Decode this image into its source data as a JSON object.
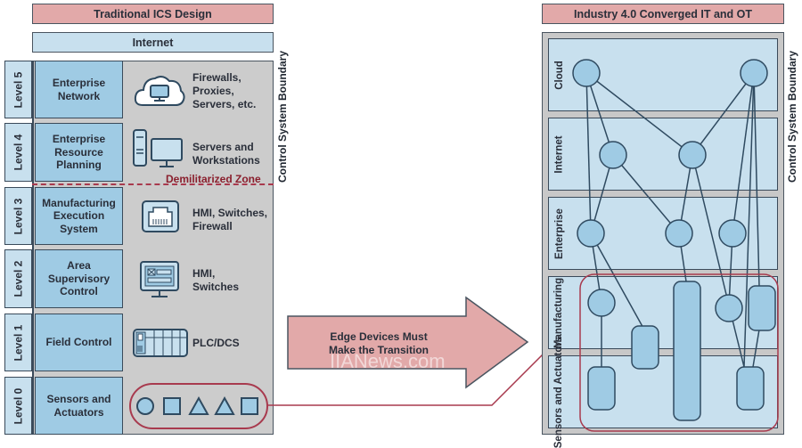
{
  "left": {
    "title": "Traditional ICS Design",
    "internet": "Internet",
    "boundary_label": "Control System Boundary",
    "dmz_label": "Demilitarized Zone",
    "levels": [
      {
        "tab": "Level 5",
        "name": "Enterprise\nNetwork",
        "desc": "Firewalls,\nProxies,\nServers, etc.",
        "icon": "cloud-computer-icon"
      },
      {
        "tab": "Level 4",
        "name": "Enterprise\nResource\nPlanning",
        "desc": "Servers and\nWorkstations",
        "icon": "server-workstation-icon"
      },
      {
        "tab": "Level 3",
        "name": "Manufacturing\nExecution\nSystem",
        "desc": "HMI, Switches,\nFirewall",
        "icon": "network-port-icon"
      },
      {
        "tab": "Level 2",
        "name": "Area\nSupervisory\nControl",
        "desc": "HMI,\nSwitches",
        "icon": "hmi-monitor-icon"
      },
      {
        "tab": "Level 1",
        "name": "Field Control",
        "desc": "PLC/DCS",
        "icon": "plc-rack-icon"
      },
      {
        "tab": "Level 0",
        "name": "Sensors and\nActuators",
        "desc": "",
        "icon": "sensor-shapes-icon"
      }
    ],
    "sensor_shapes": [
      "circle",
      "square",
      "triangle",
      "triangle",
      "square"
    ]
  },
  "arrow": {
    "text": "Edge Devices Must\nMake the Transition"
  },
  "watermark": "IIANews.com",
  "right": {
    "title": "Industry 4.0 Converged IT and OT",
    "boundary_label": "Control System Boundary",
    "zones": [
      "Cloud",
      "Internet",
      "Enterprise",
      "Manufacturing",
      "Sensors and\nActuators"
    ]
  },
  "colors": {
    "title_fill": "#e2a9a9",
    "light_blue": "#c8e0ee",
    "mid_blue": "#9fcbe4",
    "gray_panel": "#cccccc",
    "highlight_red": "#a83a4e",
    "outline": "#3a4a5a"
  }
}
